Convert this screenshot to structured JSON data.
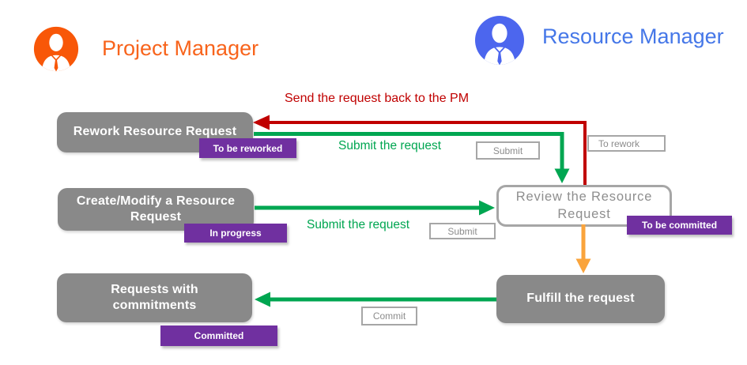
{
  "roles": {
    "project_manager": {
      "label": "Project Manager",
      "title_color": "#F8641C",
      "avatar_color": "#F85708",
      "icon": "businessman-icon"
    },
    "resource_manager": {
      "label": "Resource Manager",
      "title_color": "#4577E8",
      "avatar_color": "#4C66EE",
      "icon": "businessman-icon"
    }
  },
  "nodes": {
    "rework": {
      "label": "Rework Resource Request",
      "status_badge": "To be reworked"
    },
    "create": {
      "label": "Create/Modify a Resource Request",
      "status_badge": "In progress"
    },
    "review": {
      "label": "Review the Resource Request",
      "status_badge": "To be committed"
    },
    "fulfill": {
      "label": "Fulfill the request"
    },
    "requests": {
      "label": "Requests with commitments",
      "status_badge": "Committed"
    }
  },
  "edges": {
    "send_back": {
      "label": "Send the request back to the PM",
      "color": "#C00000"
    },
    "submit_top": {
      "label": "Submit the request",
      "button_label": "Submit",
      "color": "#00A651"
    },
    "submit_mid": {
      "label": "Submit the request",
      "button_label": "Submit",
      "color": "#00A651"
    },
    "to_rework": {
      "button_label": "To rework"
    },
    "commit": {
      "button_label": "Commit",
      "color": "#00A651"
    },
    "review_to_fulfill": {
      "color": "#FAA43C"
    }
  },
  "colors": {
    "node_gray": "#898989",
    "badge_purple": "#7030A0",
    "button_border": "#A6A6A6",
    "arrow_green": "#00A651",
    "arrow_red": "#C00000",
    "arrow_orange": "#FAA43C"
  }
}
